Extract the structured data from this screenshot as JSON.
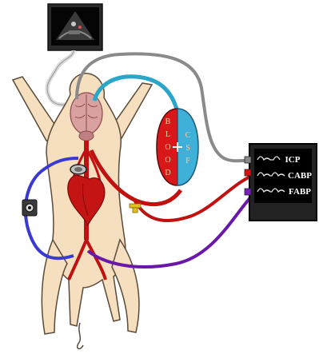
{
  "labels": {
    "blood_letters": [
      "B",
      "L",
      "O",
      "O",
      "D"
    ],
    "csf_letters": [
      "C",
      "S",
      "F"
    ],
    "monitor_traces": [
      "ICP",
      "CABP",
      "FABP"
    ]
  },
  "colors": {
    "body": "#f6dfbf",
    "body_outline": "#5a4a3a",
    "artery": "#c01010",
    "csf_line": "#2aa6c8",
    "venous_line": "#3a3ad0",
    "femoral_line": "#6a18a8",
    "icp_line": "#8a8a8a",
    "monitor_bg": "#1a1a1a",
    "monitor_screen": "#000000",
    "blood_compartment": "#d81818",
    "csf_compartment": "#3fb0d8"
  },
  "icons": {
    "ultrasound": "ultrasound-monitor-icon",
    "pump": "roller-pump-icon",
    "heart": "heart-icon",
    "brain": "brain-icon"
  }
}
